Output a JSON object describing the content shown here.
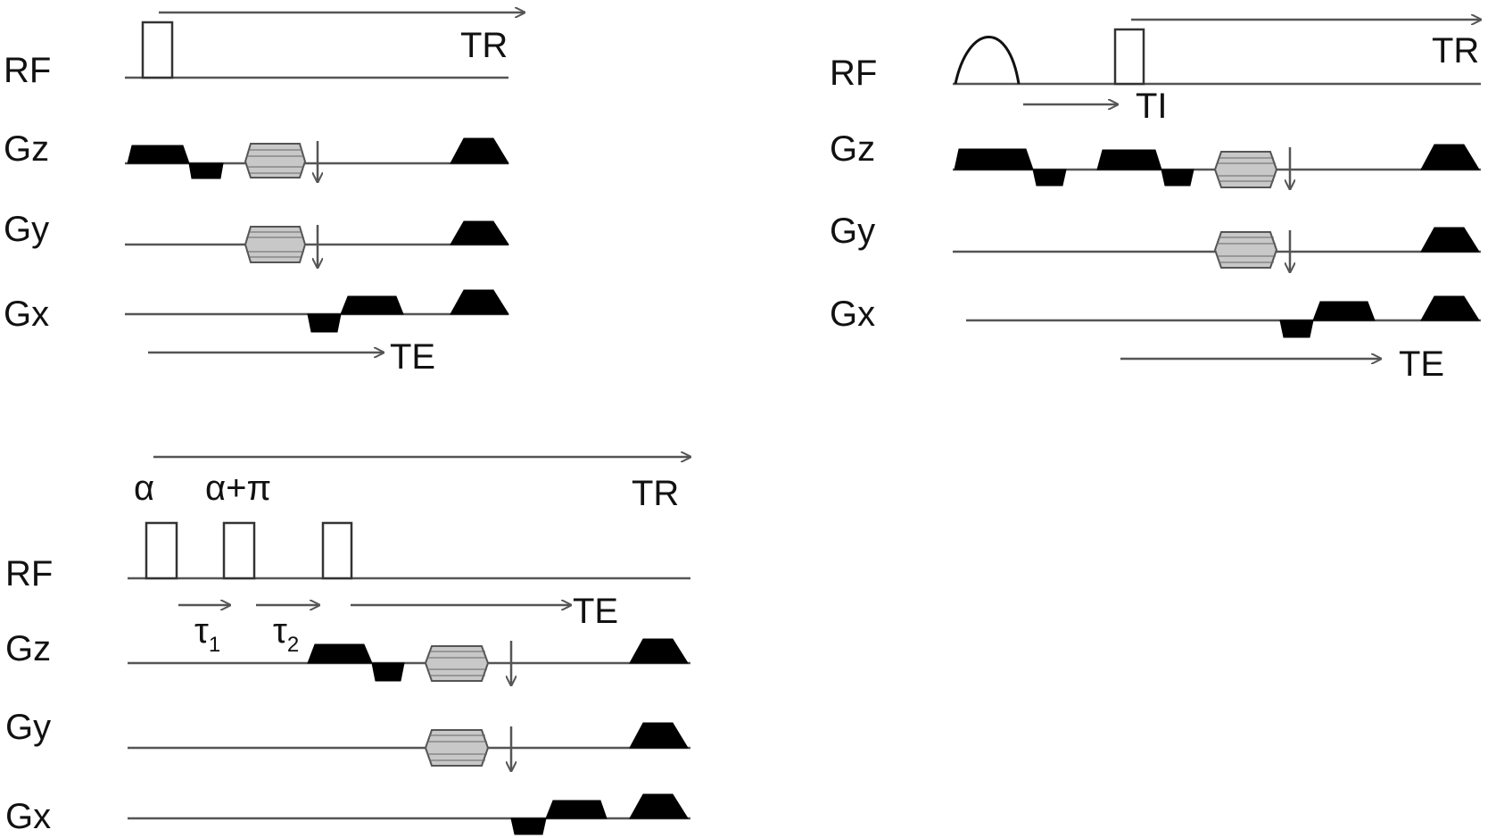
{
  "panels": [
    {
      "id": "panel-a",
      "rows": [
        "RF",
        "Gz",
        "Gy",
        "Gx"
      ],
      "timing": {
        "tr": "TR",
        "te": "TE"
      }
    },
    {
      "id": "panel-b",
      "rows": [
        "RF",
        "Gz",
        "Gy",
        "Gx"
      ],
      "timing": {
        "tr": "TR",
        "te": "TE",
        "ti": "TI"
      }
    },
    {
      "id": "panel-c",
      "rows": [
        "RF",
        "Gz",
        "Gy",
        "Gx"
      ],
      "timing": {
        "tr": "TR",
        "te": "TE"
      },
      "pulses": {
        "alpha": "α",
        "alpha_pi": "α+π"
      },
      "tau": [
        {
          "base": "τ",
          "sub": "1"
        },
        {
          "base": "τ",
          "sub": "2"
        }
      ]
    }
  ]
}
